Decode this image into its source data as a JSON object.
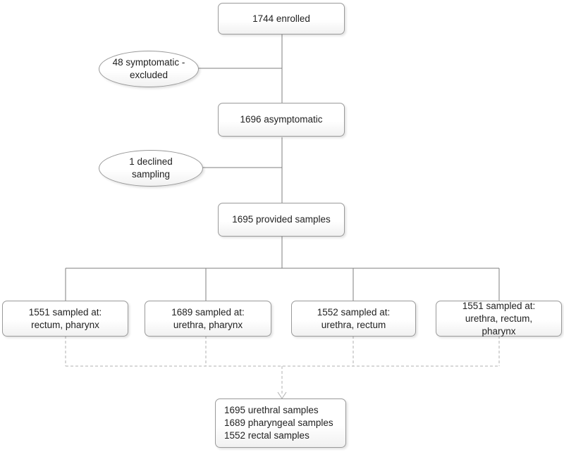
{
  "nodes": {
    "enrolled": [
      "1744 enrolled"
    ],
    "excluded": [
      "48 symptomatic -",
      "excluded"
    ],
    "asymptomatic": [
      "1696 asymptomatic"
    ],
    "declined": [
      "1 declined",
      "sampling"
    ],
    "provided": [
      "1695 provided samples"
    ],
    "group1": [
      "1551 sampled at:",
      "rectum, pharynx"
    ],
    "group2": [
      "1689 sampled at:",
      "urethra, pharynx"
    ],
    "group3": [
      "1552 sampled at:",
      "urethra, rectum"
    ],
    "group4": [
      "1551 sampled at:",
      "urethra, rectum,",
      "pharynx"
    ],
    "totals": [
      "1695 urethral samples",
      "1689 pharyngeal samples",
      "1552 rectal samples"
    ]
  },
  "colors": {
    "line": "#7f7f7f",
    "dashed_line": "#b0b0b0",
    "border": "#9a9a9a"
  }
}
